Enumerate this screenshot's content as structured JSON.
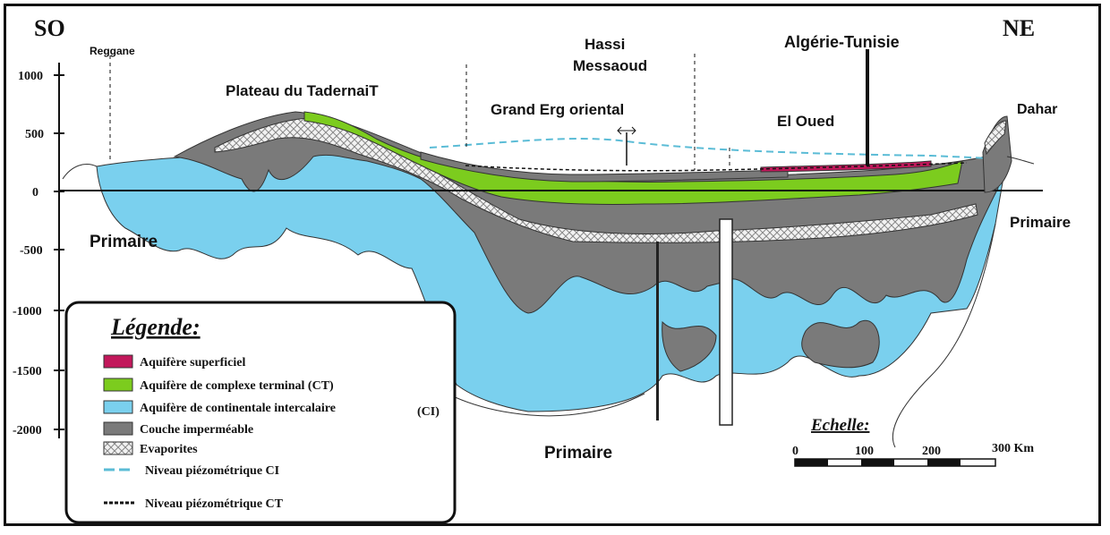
{
  "directions": {
    "left": "SO",
    "right": "NE"
  },
  "y_axis_ticks": [
    "1000",
    "500",
    "0",
    "-500",
    "-1000",
    "-1500",
    "-2000"
  ],
  "place_labels": {
    "reggane": "Reggane",
    "tademait": "Plateau du TadernaiT",
    "hassi": "Hassi",
    "messaoud": "Messaoud",
    "algerie_tunisie": "Algérie-Tunisie",
    "grand_erg": "Grand Erg oriental",
    "el_oued": "El Oued",
    "dahar": "Dahar"
  },
  "region_labels": {
    "primaire_left": "Primaire",
    "primaire_bottom": "Primaire",
    "primaire_right": "Primaire"
  },
  "legend": {
    "title": "Légende:",
    "items": [
      {
        "label": "Aquifère superficiel",
        "color": "#c2185b"
      },
      {
        "label": "Aquifère de complexe terminal  (CT)",
        "color": "#7ccc1e"
      },
      {
        "label": "Aquifère de continentale intercalaire",
        "suffix": "(CI)",
        "color": "#7ad0ee"
      },
      {
        "label": "Couche imperméable",
        "color": "#7a7a7a"
      },
      {
        "label": "Evaporites",
        "color": "#dddddd"
      }
    ],
    "lines": [
      {
        "label": "Niveau piézométrique CI",
        "color": "#5bbcd6"
      },
      {
        "label": "Niveau piézométrique CT",
        "color": "#111111"
      }
    ]
  },
  "scale": {
    "title": "Echelle:",
    "ticks": [
      "0",
      "100",
      "200",
      "300 Km"
    ]
  },
  "colors": {
    "ci_blue": "#7ad0ee",
    "ct_green": "#7ccc1e",
    "superficial": "#c2185b",
    "impermeable": "#7a7a7a",
    "evaporite": "#dddddd"
  }
}
